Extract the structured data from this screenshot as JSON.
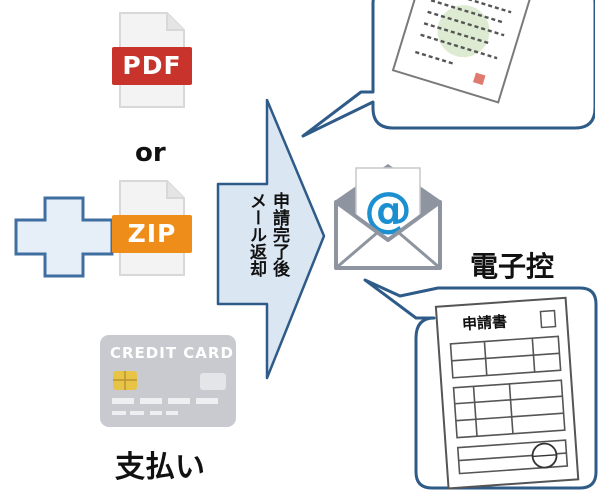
{
  "files": {
    "pdf": {
      "badge": "PDF",
      "color": "#c8332b"
    },
    "zip": {
      "badge": "ZIP",
      "color": "#ee8d1a"
    }
  },
  "or_label": "or",
  "card": {
    "label": "CREDIT CARD"
  },
  "payment_label": "支払い",
  "arrow": {
    "column_right": "申請完了後",
    "column_left": "メール返却"
  },
  "email_icon": "email-envelope-icon",
  "bottom_bubble_title": "申請書",
  "right_label": "電子控",
  "colors": {
    "bubble_border": "#2f5b88",
    "arrow_fill": "#dbe6f3",
    "plus_border": "#3f6fa0",
    "envelope": "#8e95a0",
    "at_sign": "#1b8fd0"
  }
}
